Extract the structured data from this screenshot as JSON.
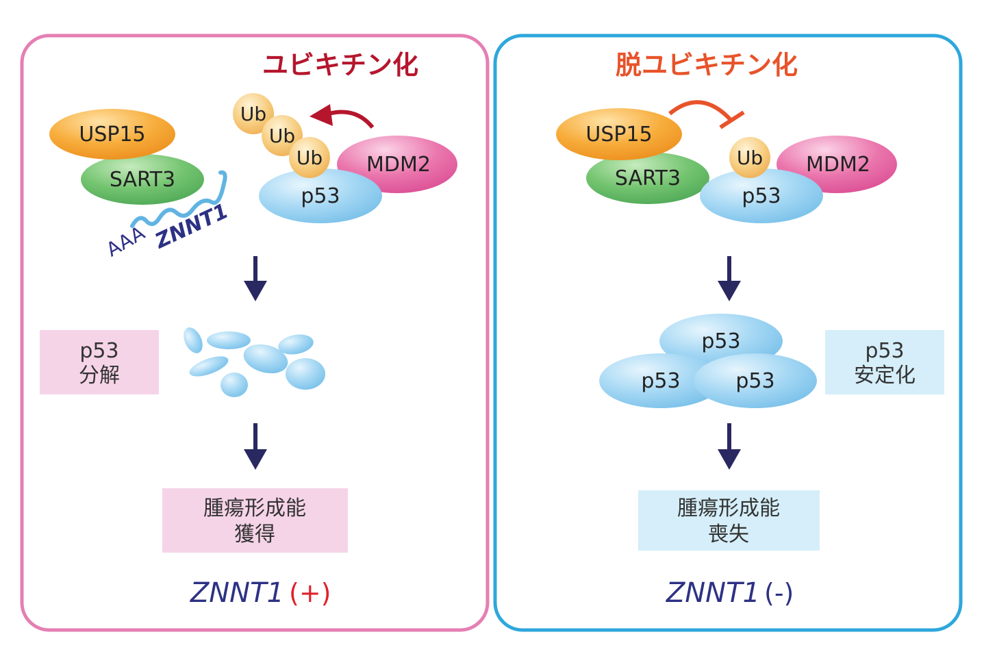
{
  "colors": {
    "left_frame": "#e57fb3",
    "right_frame": "#2ea7dc",
    "ubiquitination_title": "#b5162d",
    "deubiquitination_title": "#e8532a",
    "usp15": "#f5a330",
    "sart3": "#6cbf6b",
    "mdm2": "#e86aa8",
    "p53": "#9fd4f2",
    "ub": "#f6c978",
    "rna": "#61b4e2",
    "label_navy": "#2d3184",
    "arrow_navy": "#2a2860",
    "pink_box": "#f6d4e8",
    "blue_box": "#d5eef9",
    "plus_red": "#e0202a"
  },
  "left": {
    "title": "ユビキチン化",
    "usp15": "USP15",
    "sart3": "SART3",
    "mdm2": "MDM2",
    "p53": "p53",
    "ub_labels": [
      "Ub",
      "Ub",
      "Ub"
    ],
    "rna_tail": "AAA",
    "rna_name": "ZNNT1",
    "result_box": {
      "line1": "p53",
      "line2": "分解"
    },
    "outcome_box": {
      "line1": "腫瘍形成能",
      "line2": "獲得"
    },
    "condition_gene": "ZNNT1",
    "condition_sign": "(+)"
  },
  "right": {
    "title": "脱ユビキチン化",
    "usp15": "USP15",
    "sart3": "SART3",
    "mdm2": "MDM2",
    "ub": "Ub",
    "p53": "p53",
    "cluster_labels": [
      "p53",
      "p53",
      "p53"
    ],
    "result_box": {
      "line1": "p53",
      "line2": "安定化"
    },
    "outcome_box": {
      "line1": "腫瘍形成能",
      "line2": "喪失"
    },
    "condition_gene": "ZNNT1",
    "condition_sign": "(-)"
  }
}
